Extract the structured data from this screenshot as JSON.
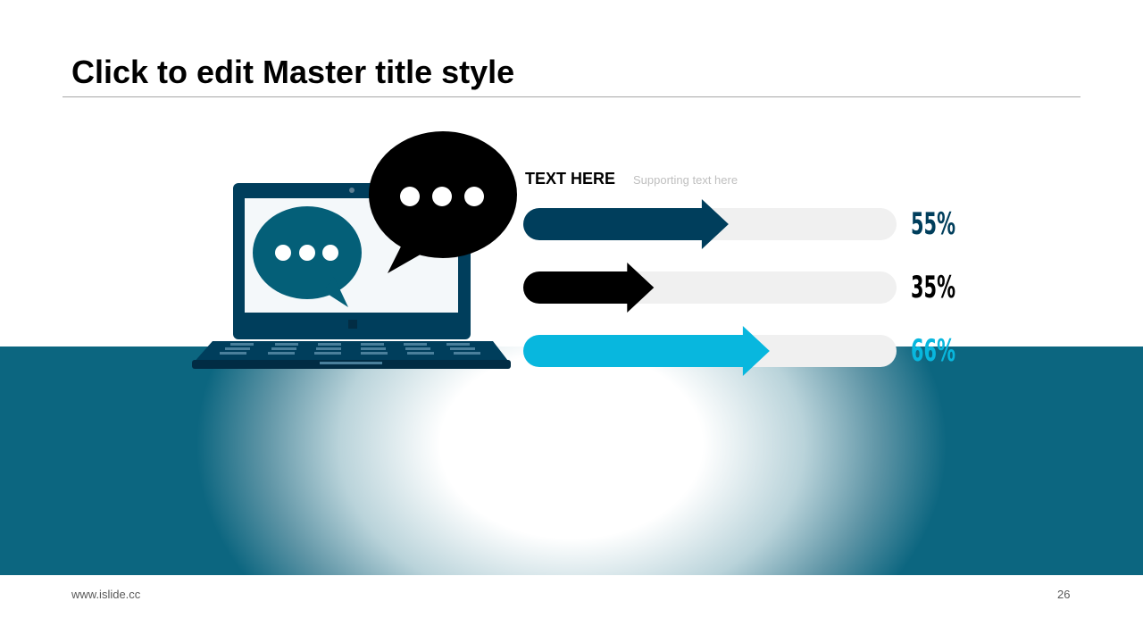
{
  "slide": {
    "title": "Click to edit Master title style",
    "footer_url": "www.islide.cc",
    "page_number": "26"
  },
  "illustration": {
    "icons": [
      "laptop-icon",
      "speech-bubble-icon",
      "speech-bubble-icon"
    ]
  },
  "colors": {
    "navy": "#003e5c",
    "black": "#000000",
    "cyan": "#08b7de",
    "teal": "#0c6680",
    "bubble_teal": "#045f78",
    "track": "#f0f0f0",
    "muted_text": "#bfbfbf"
  },
  "chart_data": {
    "type": "bar",
    "orientation": "horizontal",
    "heading": "TEXT HERE",
    "subheading": "Supporting  text here",
    "xlim": [
      0,
      100
    ],
    "bars": [
      {
        "value": 55,
        "label": "55%",
        "color": "#003e5c"
      },
      {
        "value": 35,
        "label": "35%",
        "color": "#000000"
      },
      {
        "value": 66,
        "label": "66%",
        "color": "#08b7de"
      }
    ]
  }
}
